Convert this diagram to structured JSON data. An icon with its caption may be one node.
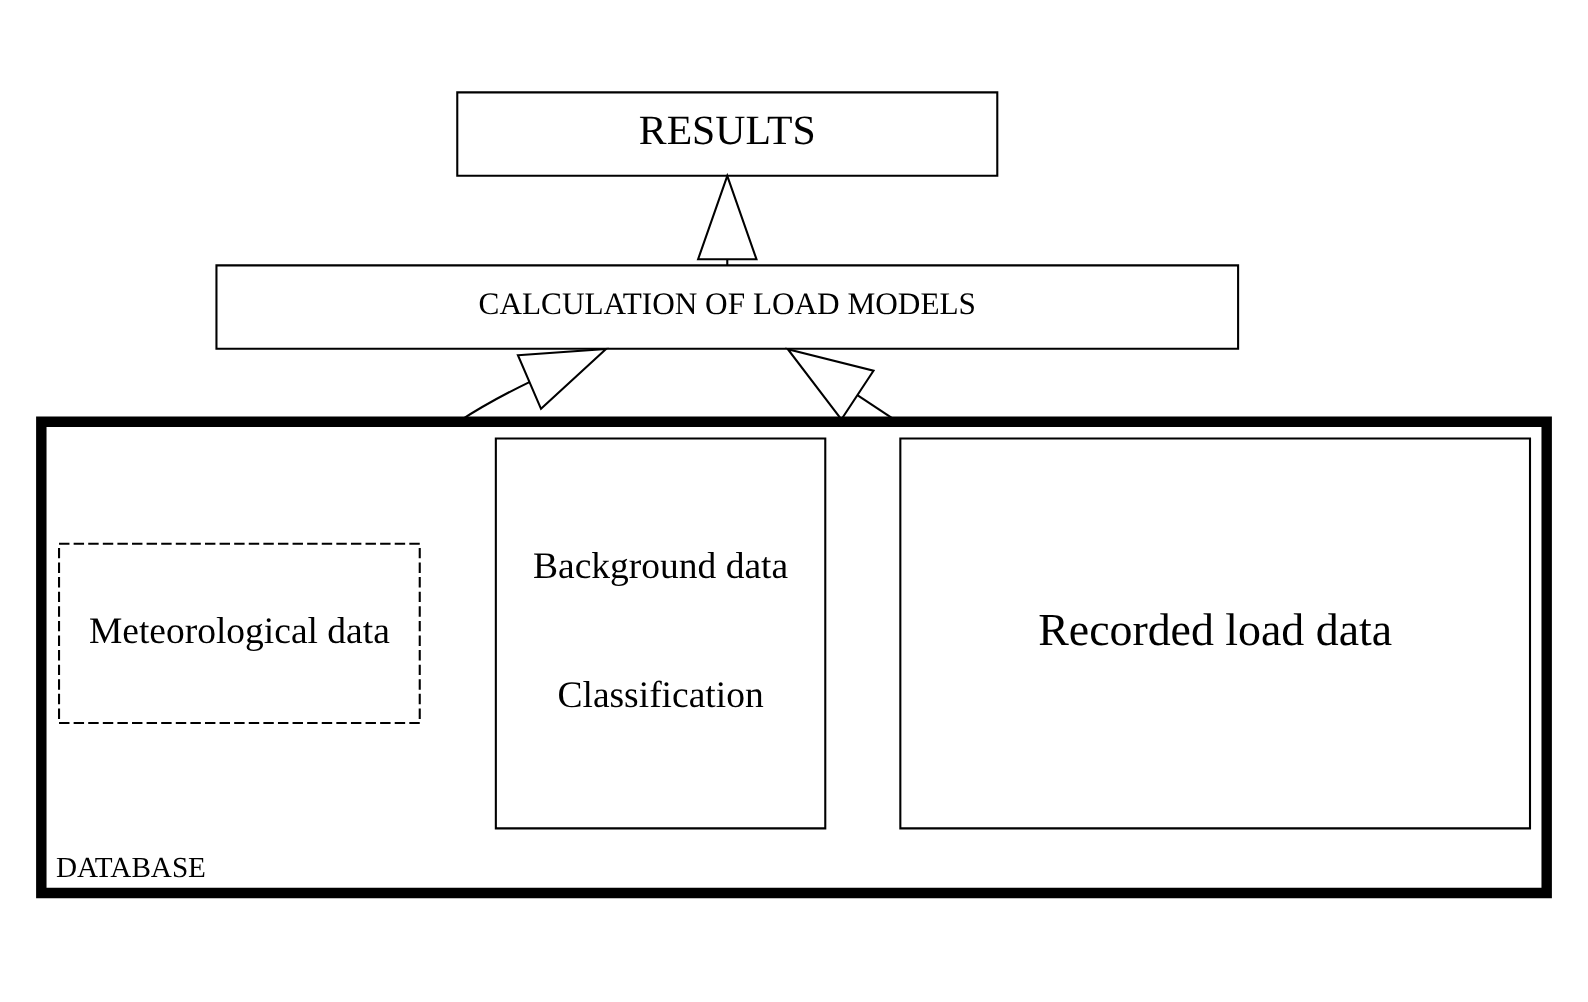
{
  "diagram": {
    "nodes": [
      {
        "text": [
          "RESULTS"
        ]
      },
      {
        "text": [
          "CALCULATION OF LOAD MODELS"
        ]
      },
      {
        "text": [
          "DATABASE"
        ]
      },
      {
        "text": [
          "Recorded load data"
        ],
        "in": 2
      },
      {
        "text": [
          "Background data",
          "Classification"
        ],
        "in": 2
      },
      {
        "text": [
          "Meteorological data"
        ],
        "in": 2
      }
    ],
    "edges": [
      {
        "from": 1,
        "to": 0,
        "arrow": "to"
      },
      {
        "from": 2,
        "to": 1,
        "arrow": "to"
      },
      {
        "from": 2,
        "to": 1,
        "arrow": "to"
      }
    ]
  }
}
